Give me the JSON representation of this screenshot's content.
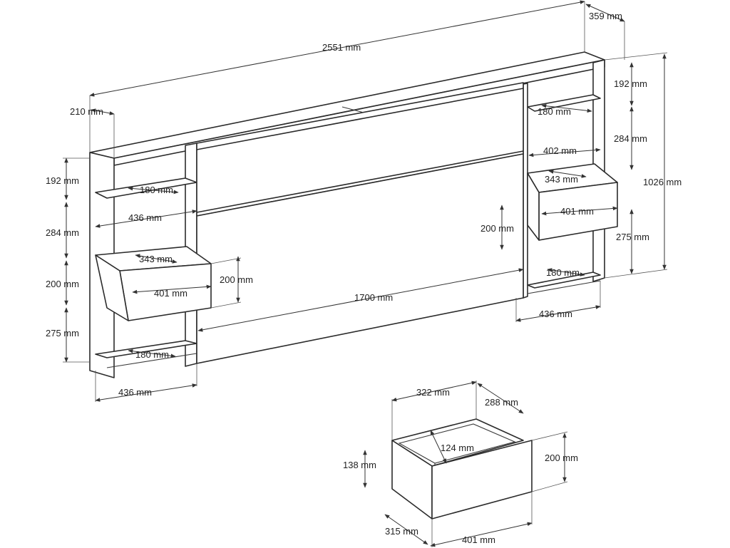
{
  "labels": {
    "total_width": "2551 mm",
    "total_depth": "359 mm",
    "side_depth": "210 mm",
    "top_shelf_r": "192 mm",
    "shelf_r_top": "180 mm",
    "gap_r_284": "284 mm",
    "drawer_r_402": "402 mm",
    "drawer_r_343": "343 mm",
    "drawer_r_401": "401 mm",
    "total_height": "1026 mm",
    "drawer_r_200": "200 mm",
    "bottom_r_275": "275 mm",
    "shelf_r_bottom": "180 mm",
    "width_r_436": "436 mm",
    "top_l_192": "192 mm",
    "shelf_l_top": "180 mm",
    "width_l_436_mid": "436 mm",
    "gap_l_284": "284 mm",
    "drawer_l_343": "343 mm",
    "drawer_l_200_side": "200 mm",
    "drawer_l_200": "200 mm",
    "drawer_l_401": "401 mm",
    "bottom_l_275": "275 mm",
    "shelf_l_bottom": "180 mm",
    "width_l_436": "436 mm",
    "panel_width": "1700 mm",
    "dr_322": "322 mm",
    "dr_288": "288 mm",
    "dr_124": "124 mm",
    "dr_138": "138 mm",
    "dr_200": "200 mm",
    "dr_315": "315 mm",
    "dr_401": "401 mm"
  }
}
